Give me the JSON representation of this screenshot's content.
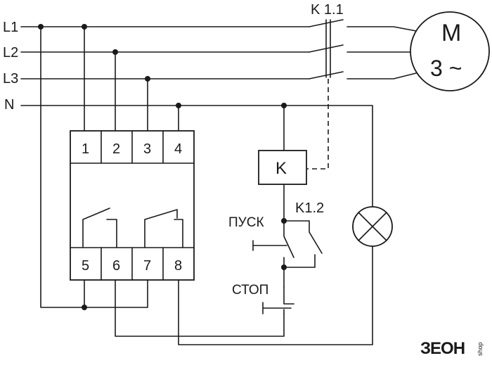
{
  "lines": [
    {
      "id": "l1",
      "label": "L1"
    },
    {
      "id": "l2",
      "label": "L2"
    },
    {
      "id": "l3",
      "label": "L3"
    },
    {
      "id": "n",
      "label": "N"
    }
  ],
  "relay": {
    "top_terminals": [
      "1",
      "2",
      "3",
      "4"
    ],
    "bottom_terminals": [
      "5",
      "6",
      "7",
      "8"
    ]
  },
  "contactor_main": {
    "label": "K 1.1"
  },
  "motor": {
    "symbol": "M",
    "subtitle": "3 ~"
  },
  "coil": {
    "label": "K"
  },
  "aux_contact": {
    "label": "K1.2"
  },
  "start_button": {
    "label": "ПУСК"
  },
  "stop_button": {
    "label": "СТОП"
  },
  "watermark": {
    "text": "ЗЕОН",
    "suffix": "shop"
  }
}
